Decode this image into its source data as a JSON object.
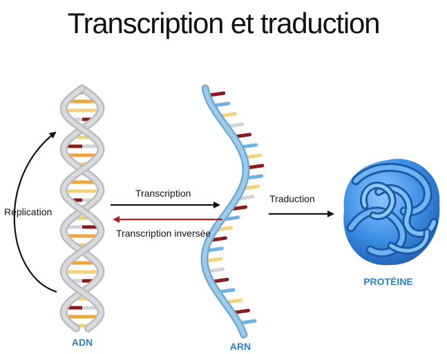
{
  "title": "Transcription et traduction",
  "labels": {
    "replication": "Réplication",
    "transcription": "Transcription",
    "reverse_transcription": "Transcription inversée",
    "translation": "Traduction",
    "dna": "ADN",
    "rna": "ARN",
    "protein": "PROTÉINE"
  },
  "colors": {
    "dna_backbone": "#d9dadc",
    "rna_backbone": "#9fcbe8",
    "protein": "#2f7fd6",
    "label_blue": "#2f7fc1",
    "reverse_arrow": "#b01e1e",
    "base_red": "#8b1a1a",
    "base_orange": "#f0a53a",
    "base_yellow": "#f3d27a",
    "base_grey": "#cfd2d6",
    "base_blue": "#6fb3e6"
  }
}
